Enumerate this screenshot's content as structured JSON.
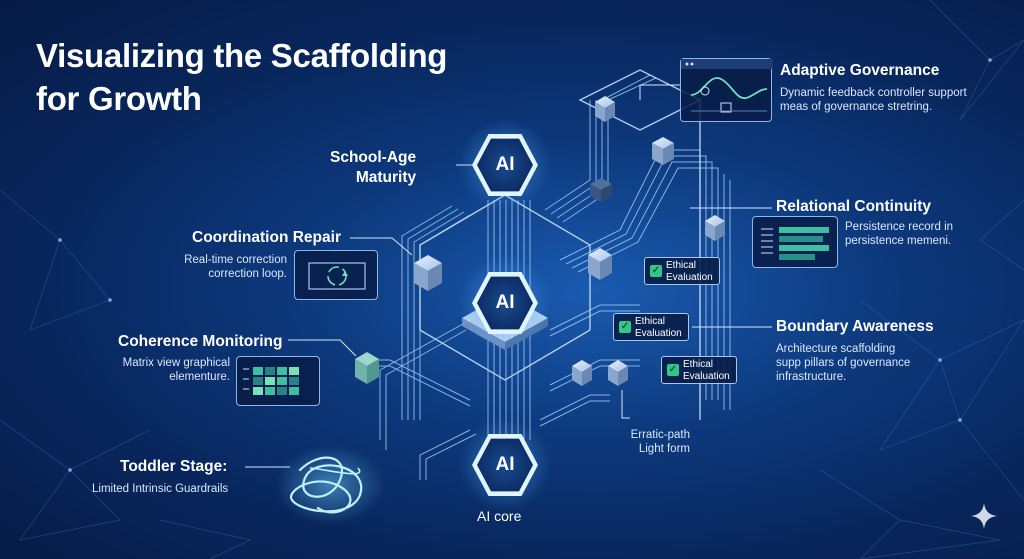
{
  "title": {
    "line1": "Visualizing the Scaffolding",
    "line2": "for Growth"
  },
  "ai_label": "AI",
  "stages": {
    "school_age": {
      "line1": "School-Age",
      "line2": "Maturity"
    },
    "toddler": {
      "title": "Toddler Stage:",
      "desc": "Limited Intrinsic Guardrails"
    },
    "ai_core": "AI core"
  },
  "left_callouts": {
    "coordination": {
      "title": "Coordination Repair",
      "line1": "Real-time correction",
      "line2": "correction loop."
    },
    "coherence": {
      "title": "Coherence Monitoring",
      "line1": "Matrix view graphical",
      "line2": "elementure."
    }
  },
  "right_callouts": {
    "adaptive": {
      "title": "Adaptive Governance",
      "line1": "Dynamic feedback controller support",
      "line2": "meas of governance stretring."
    },
    "relational": {
      "title": "Relational Continuity",
      "line1": "Persistence record in",
      "line2": "persistence memeni."
    },
    "boundary": {
      "title": "Boundary Awareness",
      "line1": "Architecture scaffolding",
      "line2": "supp pillars of governance",
      "line3": "infrastructure."
    },
    "erratic": {
      "line1": "Erratic-path",
      "line2": "Light form"
    }
  },
  "ethical_badges": [
    {
      "line1": "Ethical",
      "line2": "Evaluation"
    },
    {
      "line1": "Ethical",
      "line2": "Evaluation"
    },
    {
      "line1": "Ethical",
      "line2": "Evaluation"
    }
  ],
  "colors": {
    "background": "#0b3270",
    "glow": "#bfefff",
    "accent_green": "#35c48a",
    "trace": "#7fb2ea"
  },
  "icons": [
    "feedback-graph-icon",
    "loop-arrows-icon",
    "matrix-grid-icon",
    "record-list-icon",
    "checkmark-icon",
    "sparkle-icon"
  ]
}
